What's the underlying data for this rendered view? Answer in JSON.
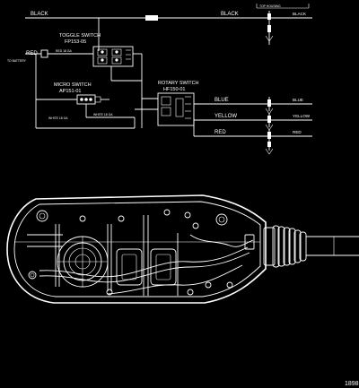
{
  "wiring": {
    "top_housing_label": "TOP HOUSING",
    "black_left": "BLACK",
    "black_mid": "BLACK",
    "black_right": "BLACK",
    "red_input": "RED",
    "to_battery": "TO BATTERY",
    "toggle_switch_name": "TOGGLE SWITCH",
    "toggle_switch_part": "FP153-05",
    "micro_switch_name": "MICRO SWITCH",
    "micro_switch_part": "AP151-01",
    "rotary_switch_name": "ROTARY SWITCH",
    "rotary_switch_part": "HF150-01",
    "blue_mid": "BLUE",
    "blue_right": "BLUE",
    "yellow_mid": "YELLOW",
    "yellow_right": "YELLOW",
    "red_mid": "RED",
    "red_right": "RED"
  },
  "figure_number": "1898"
}
